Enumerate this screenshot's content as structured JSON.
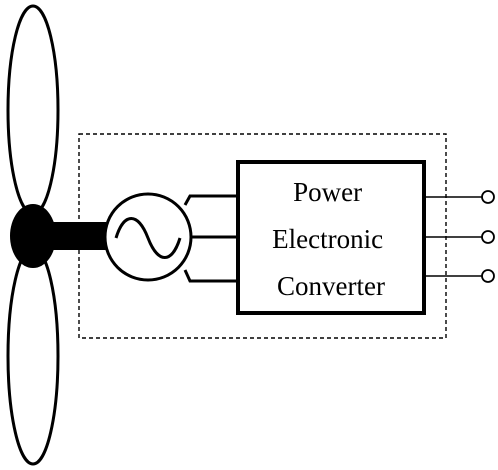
{
  "converter": {
    "label_lines": [
      "Power",
      "Electronic",
      "Converter"
    ]
  },
  "components": {
    "turbine": "wind-turbine-blades",
    "generator": "ac-generator-sine-symbol",
    "converter": "power-electronic-converter-block",
    "terminals": 3,
    "phase_lines": 3
  },
  "colors": {
    "stroke": "#000000",
    "fill": "#ffffff"
  }
}
